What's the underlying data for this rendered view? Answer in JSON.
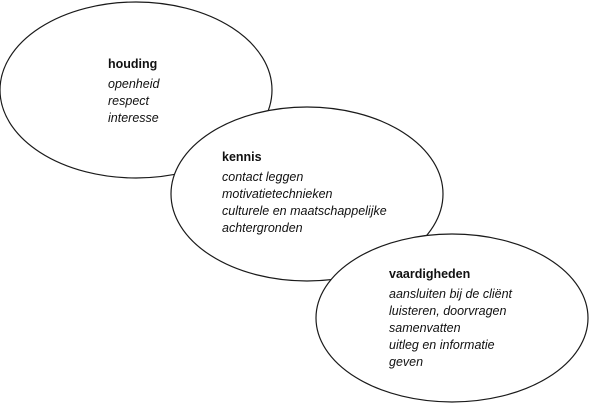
{
  "diagram": {
    "nodes": [
      {
        "id": "houding",
        "title": "houding",
        "items": [
          "openheid",
          "respect",
          "interesse"
        ]
      },
      {
        "id": "kennis",
        "title": "kennis",
        "items": [
          "contact leggen",
          "motivatietechnieken",
          "culturele en maatschappelijke",
          "achtergronden"
        ]
      },
      {
        "id": "vaardigheden",
        "title": "vaardigheden",
        "items": [
          "aansluiten bij de cliënt",
          "luisteren, doorvragen",
          "samenvatten",
          "uitleg en informatie",
          "geven"
        ]
      }
    ],
    "colors": {
      "stroke": "#1a1a1a",
      "fill": "#ffffff",
      "text": "#111111"
    }
  }
}
